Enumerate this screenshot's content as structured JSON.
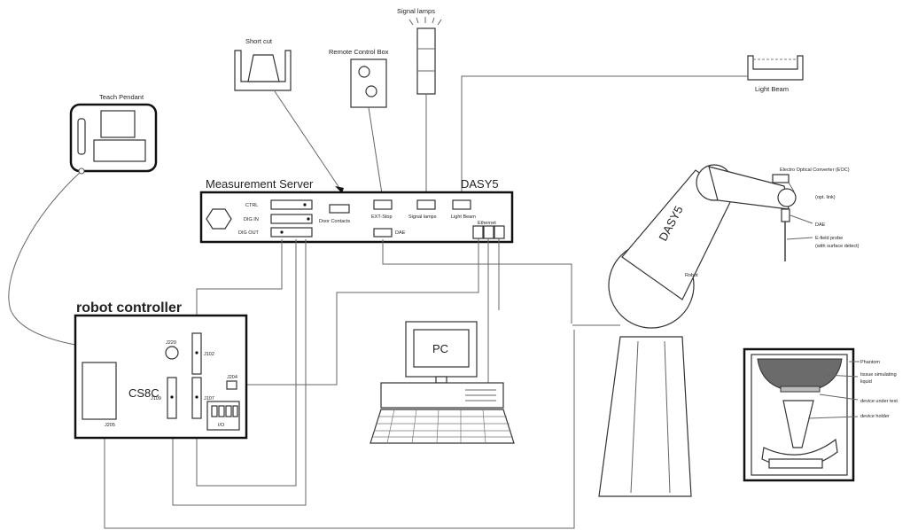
{
  "labels": {
    "signal_lamps": "Signal lamps",
    "short_cut": "Short cut",
    "remote_control_box": "Remote Control Box",
    "light_beam": "Light Beam",
    "teach_pendant": "Teach Pendant",
    "measurement_server": "Measurement Server",
    "dasy5_server": "DASY5",
    "dasy5_robot": "DASY5",
    "eoc": "Electro Optical Converter (EOC)",
    "opt_link": "(opt. link)",
    "dae": "DAE",
    "e_field_probe": "E-field probe",
    "surface_detect": "(with surface detect)",
    "robot": "Robot",
    "robot_controller": "robot controller",
    "cs8c": "CS8C",
    "pc": "PC",
    "phantom": "Phantom",
    "tissue_liquid_1": "tissue simulating",
    "tissue_liquid_2": "liquid",
    "device_under_test": "device under test",
    "device_holder": "device holder"
  },
  "server_ports": {
    "ctrl": "CTRL",
    "dig_in": "DIG IN",
    "dig_out": "DIG OUT",
    "door_contact": "Door Contacts",
    "estop": "EXT-Stop",
    "signal_lamps": "Signal lamps",
    "light_beam": "Light Beam",
    "dae": "DAE",
    "ethernet": "Ethernet"
  },
  "controller_ports": {
    "j220": "J220",
    "j102": "J102",
    "j109": "J109",
    "j107": "J107",
    "j204": "J204",
    "j205": "J205",
    "i_o": "I/O"
  }
}
